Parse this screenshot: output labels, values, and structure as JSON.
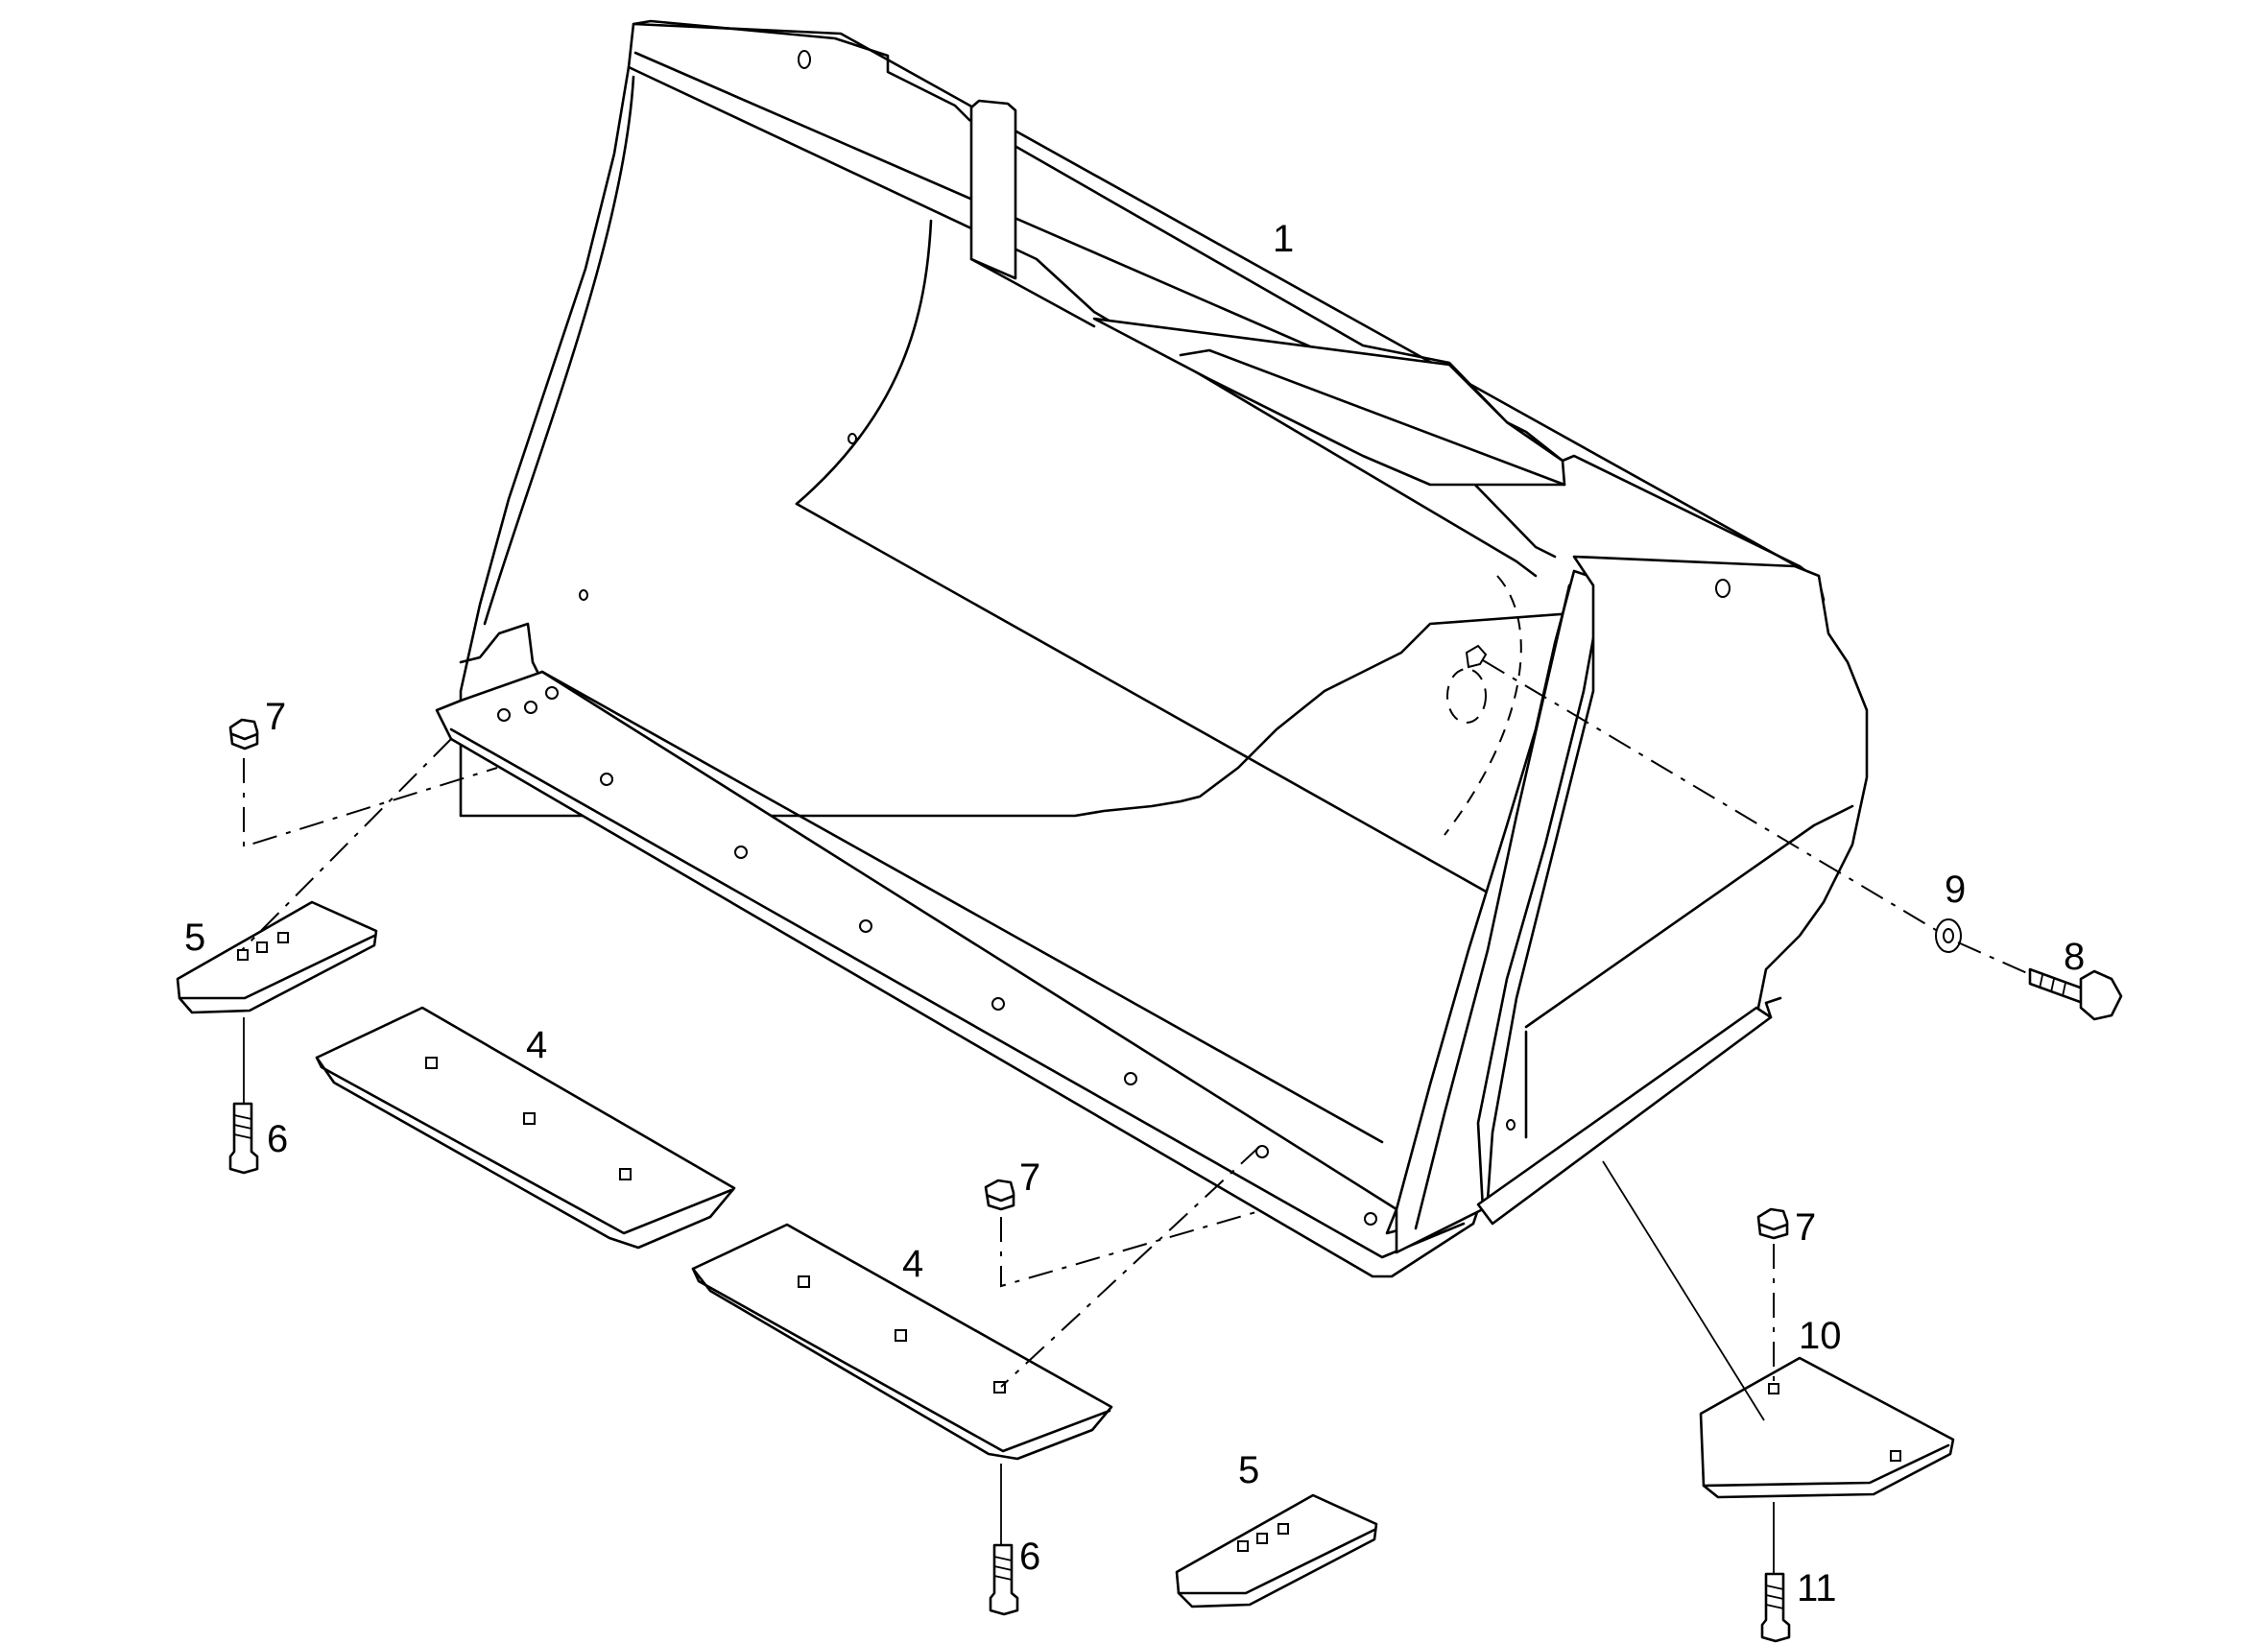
{
  "labels": {
    "bucket": "1",
    "cutting_edge_a": "4",
    "cutting_edge_b": "4",
    "end_bit_left": "5",
    "end_bit_right": "5",
    "bolt_left": "6",
    "bolt_center": "6",
    "nut_left": "7",
    "nut_center": "7",
    "nut_right": "7",
    "side_bolt": "8",
    "washer": "9",
    "wear_plate": "10",
    "wear_plate_bolt": "11"
  }
}
